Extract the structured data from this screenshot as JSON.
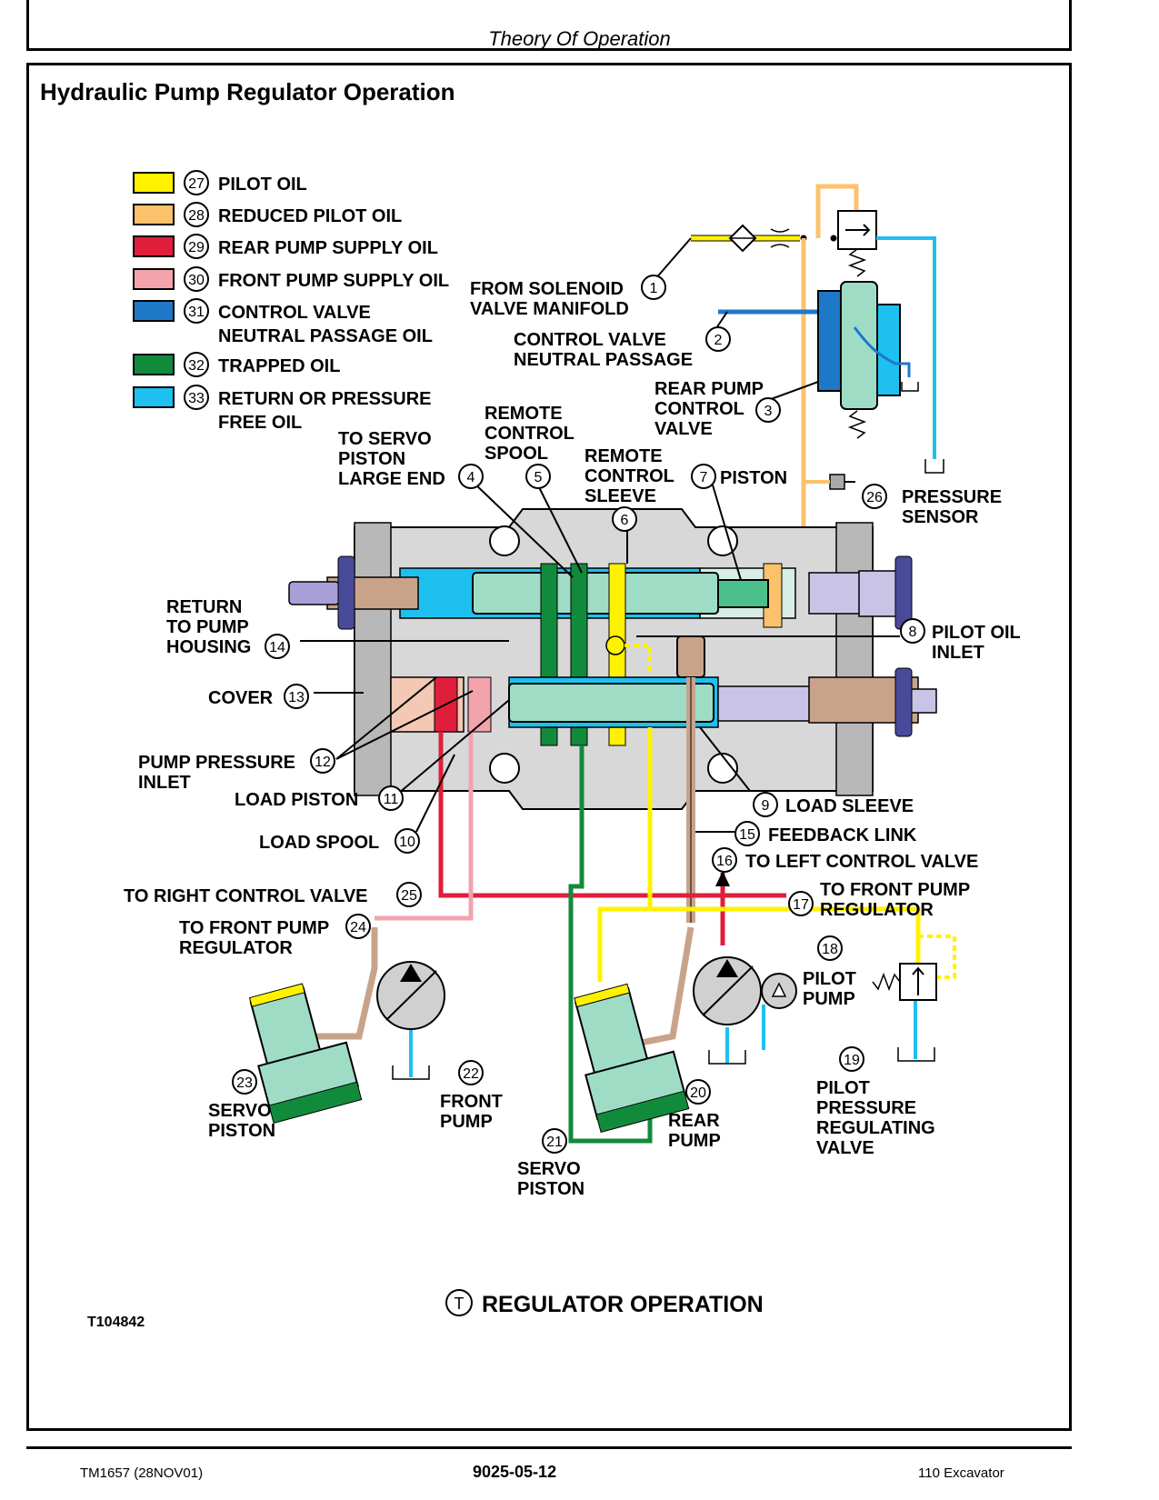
{
  "header": {
    "section_title": "Theory Of Operation"
  },
  "page_heading": "Hydraulic Pump Regulator Operation",
  "legend": [
    {
      "num": "27",
      "lines": [
        "PILOT OIL"
      ],
      "color": "#fff200"
    },
    {
      "num": "28",
      "lines": [
        "REDUCED PILOT OIL"
      ],
      "color": "#fbc26b"
    },
    {
      "num": "29",
      "lines": [
        "REAR PUMP SUPPLY OIL"
      ],
      "color": "#e01e3c"
    },
    {
      "num": "30",
      "lines": [
        "FRONT PUMP SUPPLY OIL"
      ],
      "color": "#f3a3ac"
    },
    {
      "num": "31",
      "lines": [
        "CONTROL VALVE",
        "NEUTRAL PASSAGE OIL"
      ],
      "color": "#1e78c8"
    },
    {
      "num": "32",
      "lines": [
        "TRAPPED OIL"
      ],
      "color": "#128a3c"
    },
    {
      "num": "33",
      "lines": [
        "RETURN OR PRESSURE",
        "FREE OIL"
      ],
      "color": "#1ec0ef"
    }
  ],
  "callouts": [
    {
      "num": "1",
      "lines": [
        "FROM SOLENOID",
        "VALVE MANIFOLD"
      ]
    },
    {
      "num": "2",
      "lines": [
        "CONTROL VALVE",
        "NEUTRAL PASSAGE"
      ]
    },
    {
      "num": "3",
      "lines": [
        "REAR PUMP",
        "CONTROL",
        "VALVE"
      ]
    },
    {
      "num": "4",
      "lines": [
        "TO SERVO",
        "PISTON",
        "LARGE END"
      ]
    },
    {
      "num": "5",
      "lines": [
        "REMOTE",
        "CONTROL",
        "SPOOL"
      ]
    },
    {
      "num": "6",
      "lines": [
        "REMOTE",
        "CONTROL",
        "SLEEVE"
      ]
    },
    {
      "num": "7",
      "lines": [
        "PISTON"
      ]
    },
    {
      "num": "8",
      "lines": [
        "PILOT OIL",
        "INLET"
      ]
    },
    {
      "num": "9",
      "lines": [
        "LOAD SLEEVE"
      ]
    },
    {
      "num": "10",
      "lines": [
        "LOAD SPOOL"
      ]
    },
    {
      "num": "11",
      "lines": [
        "LOAD PISTON"
      ]
    },
    {
      "num": "12",
      "lines": [
        "PUMP PRESSURE",
        "INLET"
      ]
    },
    {
      "num": "13",
      "lines": [
        "COVER"
      ]
    },
    {
      "num": "14",
      "lines": [
        "RETURN",
        "TO PUMP",
        "HOUSING"
      ]
    },
    {
      "num": "15",
      "lines": [
        "FEEDBACK LINK"
      ]
    },
    {
      "num": "16",
      "lines": [
        "TO LEFT CONTROL VALVE"
      ]
    },
    {
      "num": "17",
      "lines": [
        "TO FRONT PUMP",
        "REGULATOR"
      ]
    },
    {
      "num": "18",
      "lines": [
        "PILOT",
        "PUMP"
      ]
    },
    {
      "num": "19",
      "lines": [
        "PILOT",
        "PRESSURE",
        "REGULATING",
        "VALVE"
      ]
    },
    {
      "num": "20",
      "lines": [
        "REAR",
        "PUMP"
      ]
    },
    {
      "num": "21",
      "lines": [
        "SERVO",
        "PISTON"
      ]
    },
    {
      "num": "22",
      "lines": [
        "FRONT",
        "PUMP"
      ]
    },
    {
      "num": "23",
      "lines": [
        "SERVO",
        "PISTON"
      ]
    },
    {
      "num": "24",
      "lines": [
        "TO FRONT PUMP",
        "REGULATOR"
      ]
    },
    {
      "num": "25",
      "lines": [
        "TO RIGHT CONTROL VALVE"
      ]
    },
    {
      "num": "26",
      "lines": [
        "PRESSURE",
        "SENSOR"
      ]
    }
  ],
  "caption": {
    "letter": "T",
    "text": "REGULATOR OPERATION"
  },
  "figure_id": "T104842",
  "footer": {
    "left": "TM1657 (28NOV01)",
    "center": "9025-05-12",
    "right": "110 Excavator"
  }
}
